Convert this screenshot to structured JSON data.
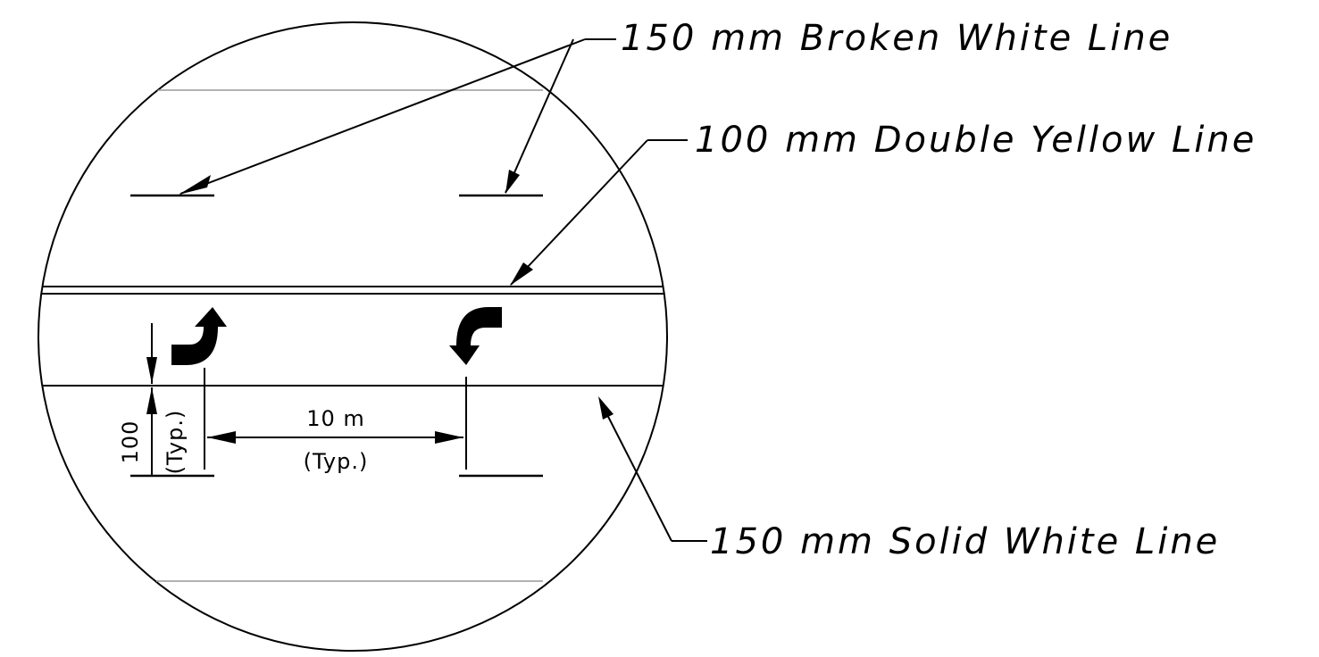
{
  "labels": {
    "broken_white_line": "150 mm Broken White Line",
    "double_yellow_line": "100 mm Double Yellow Line",
    "solid_white_line": "150 mm Solid White Line"
  },
  "dimensions": {
    "spacing_value": "10 m",
    "spacing_note": "(Typ.)",
    "offset_value": "100",
    "offset_note": "(Typ.)"
  },
  "colors": {
    "ink": "#000000",
    "paper": "#ffffff"
  }
}
